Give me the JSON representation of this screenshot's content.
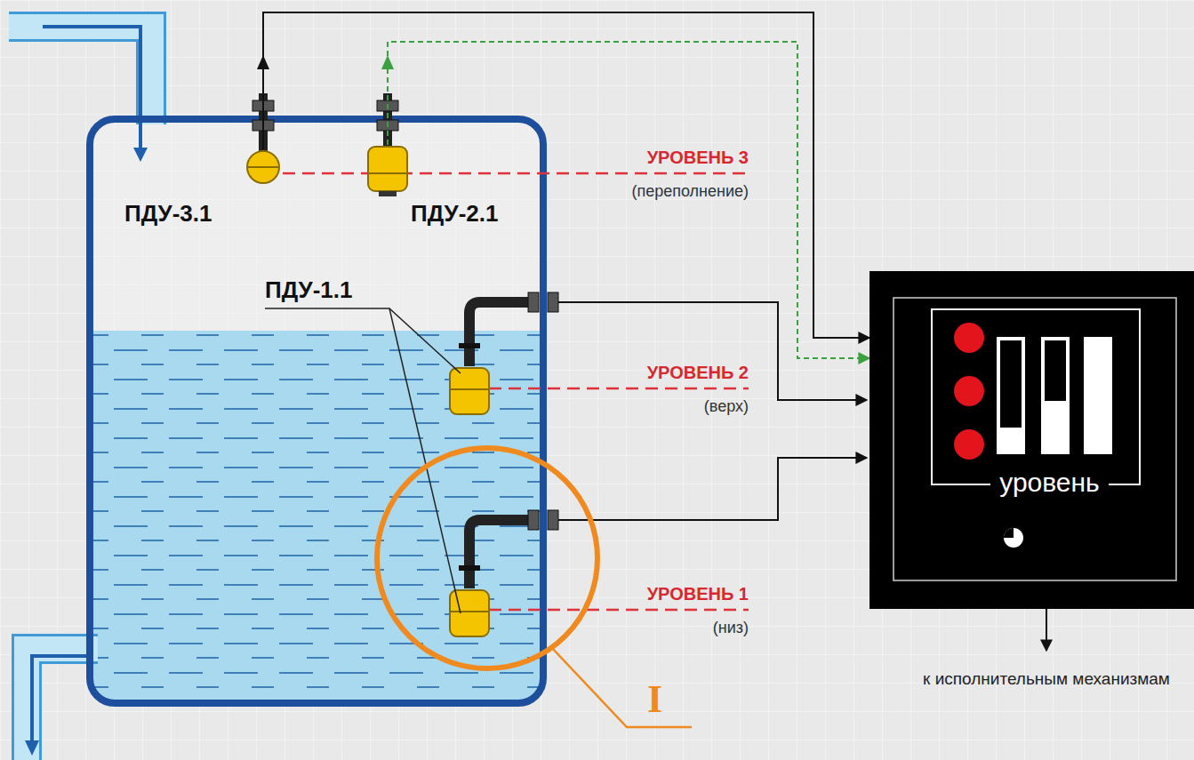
{
  "diagram": {
    "nodes": [
      {
        "text": [
          "ПДУ-3.1"
        ]
      },
      {
        "text": [
          "ПДУ-2.1"
        ]
      },
      {
        "text": [
          "уровень"
        ]
      }
    ],
    "edges": [
      {
        "from": 0,
        "to": 2,
        "arrow": "to"
      },
      {
        "from": 1,
        "to": 2,
        "arrow": "to"
      }
    ],
    "labels": [
      "ПДУ-1.1",
      "УРОВЕНЬ 3",
      "(переполнение)",
      "УРОВЕНЬ 2",
      "(верх)",
      "УРОВЕНЬ 1",
      "(низ)",
      "I",
      "к исполнительным механизмам"
    ]
  }
}
